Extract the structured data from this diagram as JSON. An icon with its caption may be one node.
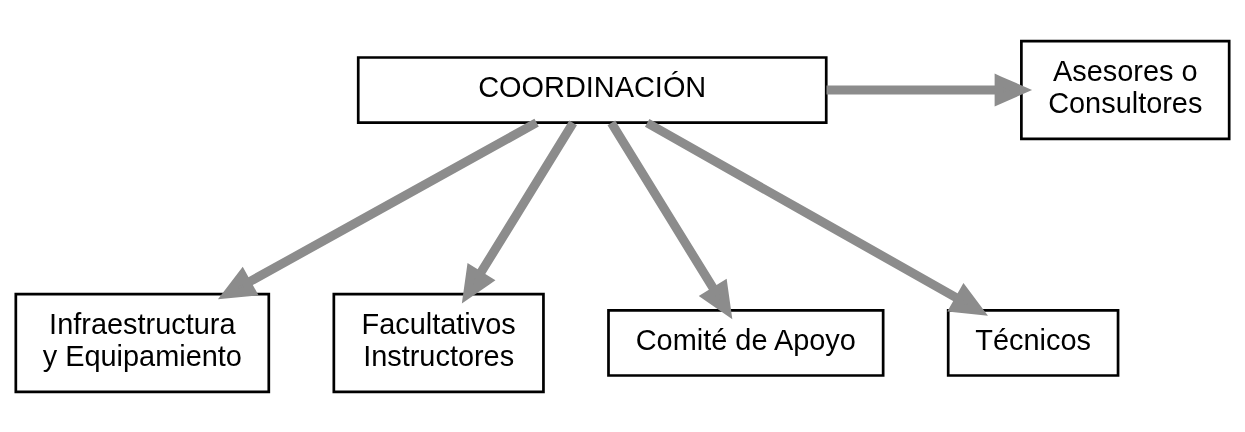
{
  "diagram": {
    "nodes": [
      {
        "text": [
          "COORDINACIÓN"
        ]
      },
      {
        "text": [
          "Asesores o Consultores"
        ]
      },
      {
        "text": [
          "Infraestructura y Equipamiento"
        ]
      },
      {
        "text": [
          "Facultativos Instructores"
        ]
      },
      {
        "text": [
          "Comité de Apoyo"
        ]
      },
      {
        "text": [
          "Técnicos"
        ]
      }
    ],
    "edges": [
      {
        "from": 0,
        "to": 1,
        "arrow": "to"
      },
      {
        "from": 0,
        "to": 2,
        "arrow": "to"
      },
      {
        "from": 0,
        "to": 3,
        "arrow": "to"
      },
      {
        "from": 0,
        "to": 4,
        "arrow": "to"
      },
      {
        "from": 0,
        "to": 5,
        "arrow": "to"
      }
    ]
  }
}
